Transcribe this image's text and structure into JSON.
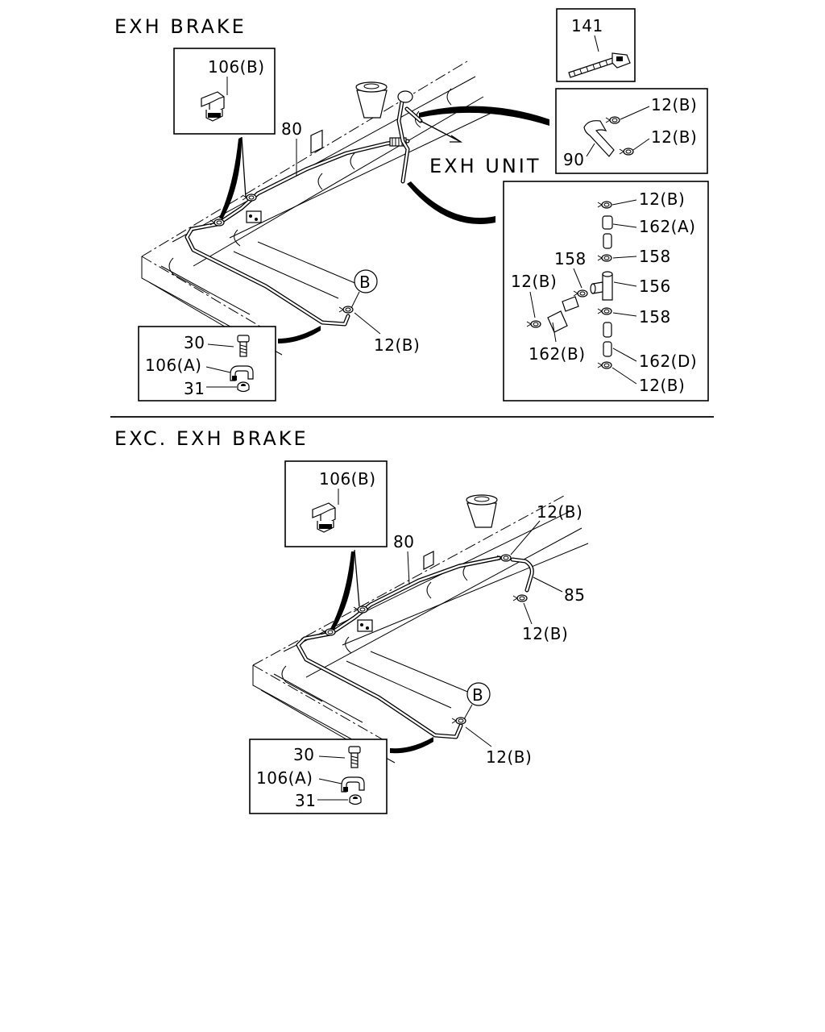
{
  "sections": {
    "top": {
      "title": "EXH BRAKE",
      "exh_unit_label": "EXH UNIT",
      "callouts": {
        "box141": "141",
        "box106b": "106(B)",
        "pipe80": "80",
        "box90_a": "12(B)",
        "box90_b": "12(B)",
        "box90_hose": "90",
        "valve_12b_top": "12(B)",
        "valve_162a": "162(A)",
        "valve_158_left": "158",
        "valve_158_top": "158",
        "valve_12b_left": "12(B)",
        "valve_156": "156",
        "valve_158_bottom": "158",
        "valve_162b": "162(B)",
        "valve_162d": "162(D)",
        "valve_12b_bottom": "12(B)",
        "refB": "B",
        "clamp_12b": "12(B)",
        "box30": "30",
        "box106a": "106(A)",
        "box31": "31"
      }
    },
    "bottom": {
      "title": "EXC. EXH BRAKE",
      "callouts": {
        "box106b": "106(B)",
        "pipe80": "80",
        "clamp_12b_top": "12(B)",
        "hose85": "85",
        "clamp_12b_mid": "12(B)",
        "refB": "B",
        "clamp_12b_low": "12(B)",
        "box30": "30",
        "box106a": "106(A)",
        "box31": "31"
      }
    }
  }
}
